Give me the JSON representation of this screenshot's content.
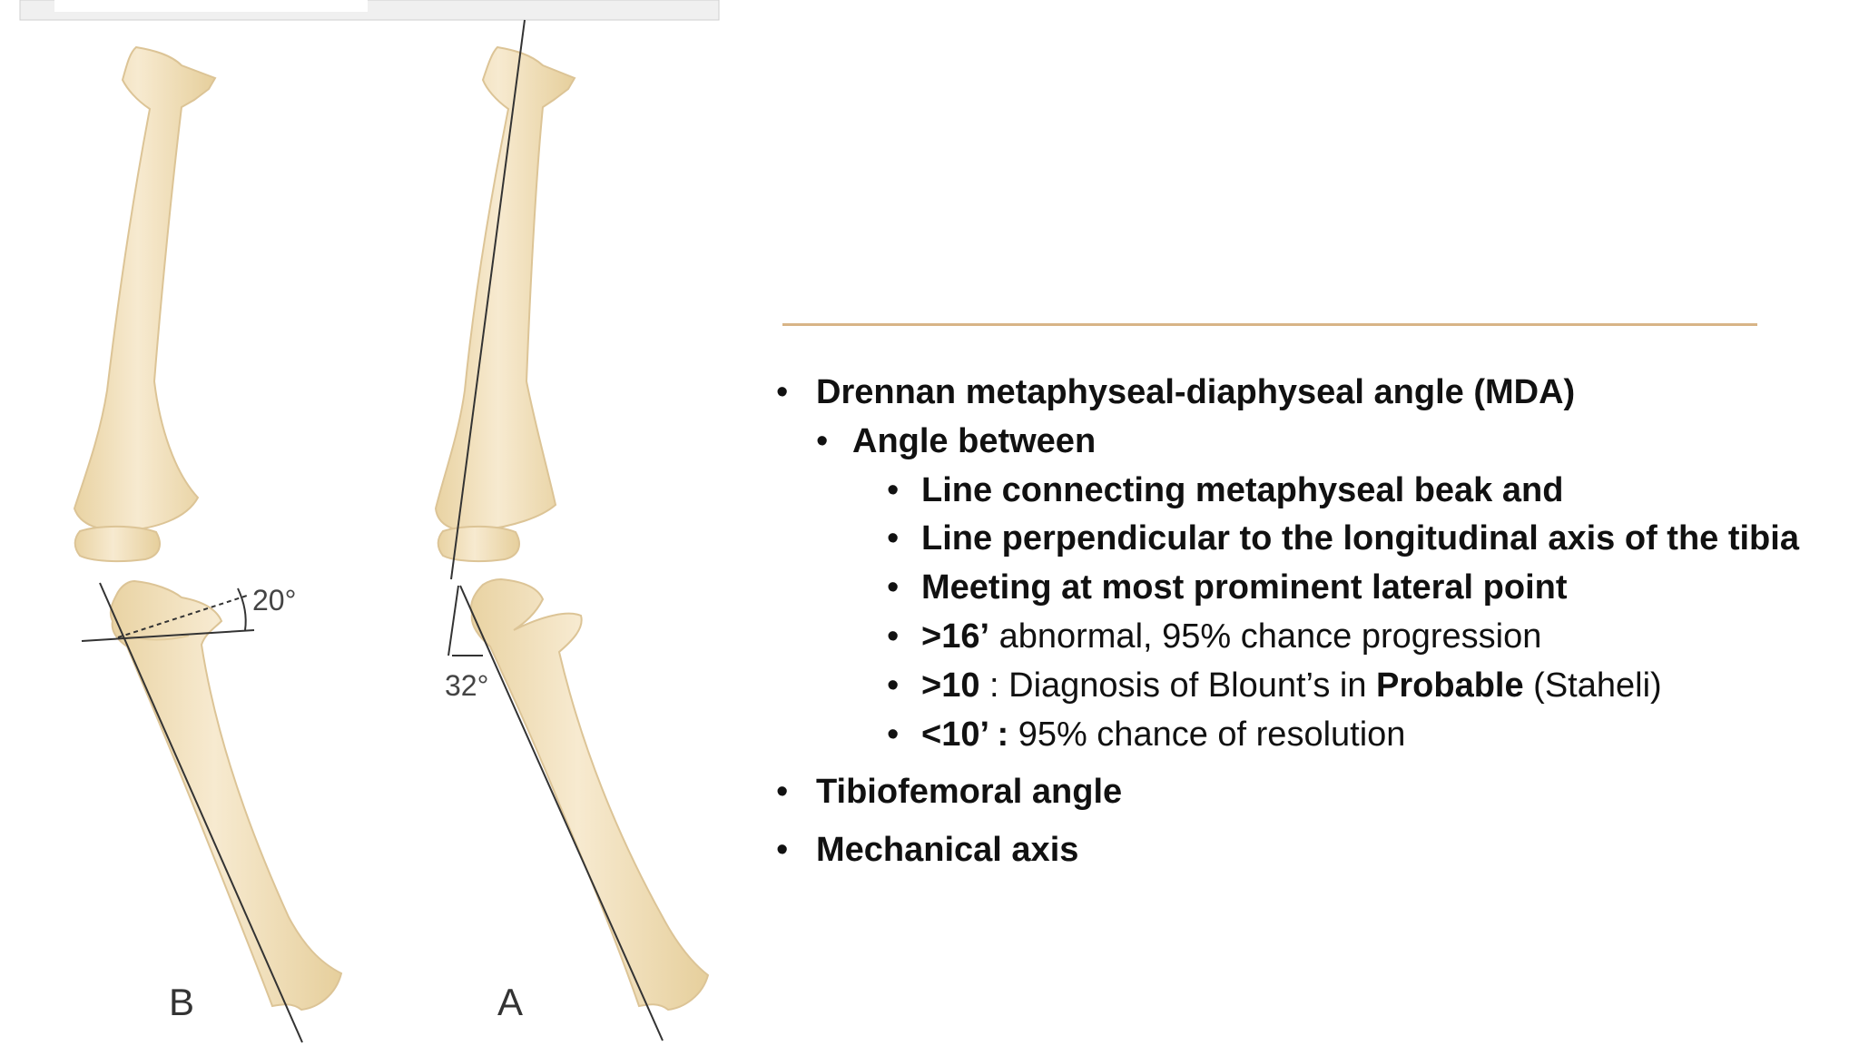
{
  "figure": {
    "label_b": "B",
    "label_a": "A",
    "angle_b": "20°",
    "angle_a": "32°"
  },
  "bullets": {
    "mda": "Drennan metaphyseal-diaphyseal angle (MDA)",
    "angle_between": "Angle between",
    "line_connecting": "Line connecting metaphyseal beak and",
    "line_perpendicular": "Line perpendicular to the longitudinal axis of the tibia",
    "meeting": "Meeting at most prominent lateral point",
    "abnormal_bold": ">16’",
    "abnormal_rest": " abnormal, 95% chance progression",
    "probable_bold1": ">10",
    "probable_rest1": " : Diagnosis of Blount’s in ",
    "probable_bold2": "Probable",
    "probable_rest2": " (Staheli)",
    "resolution_bold": "<10’ :",
    "resolution_rest": " 95% chance of resolution",
    "tibiofemoral": "Tibiofemoral angle",
    "mechanical": "Mechanical axis"
  },
  "colors": {
    "bone_fill": "#f4e3bd",
    "bone_stroke": "#d9c08f",
    "divider": "#d8b487"
  }
}
